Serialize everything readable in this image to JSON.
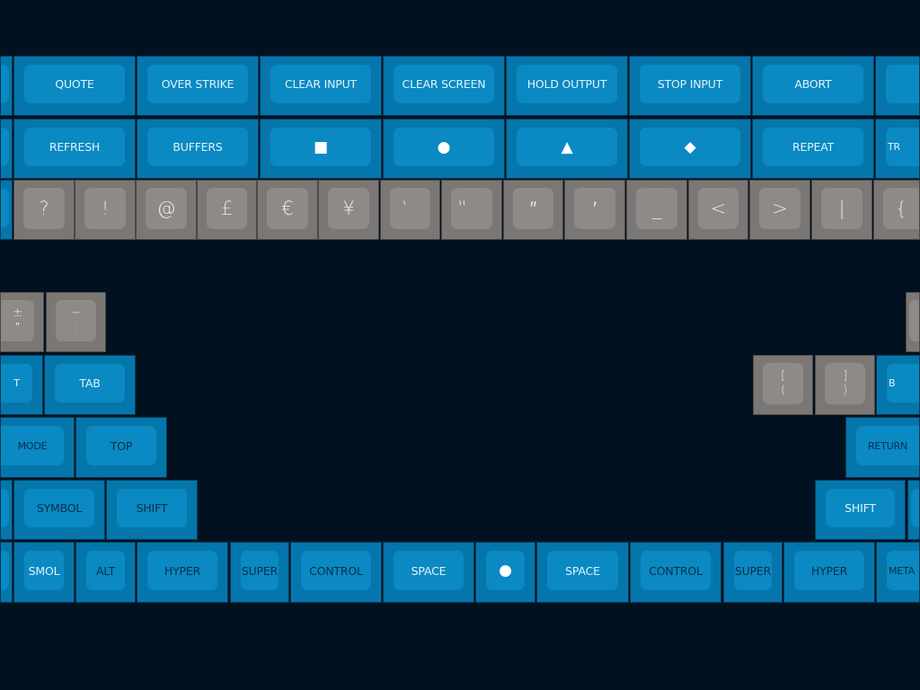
{
  "keyboard": {
    "keys": [
      {
        "label": "",
        "tone": "blue"
      },
      {
        "label": "QUOTE",
        "tone": "blue"
      },
      {
        "label": "OVER STRIKE",
        "tone": "blue"
      },
      {
        "label": "CLEAR INPUT",
        "tone": "blue"
      },
      {
        "label": "CLEAR SCREEN",
        "tone": "blue"
      },
      {
        "label": "HOLD OUTPUT",
        "tone": "blue"
      },
      {
        "label": "STOP INPUT",
        "tone": "blue"
      },
      {
        "label": "ABORT",
        "tone": "blue"
      },
      {
        "label": "",
        "tone": "blue"
      },
      {
        "label": "",
        "tone": "blue"
      },
      {
        "label": "REFRESH",
        "tone": "blue"
      },
      {
        "label": "BUFFERS",
        "tone": "blue"
      },
      {
        "label": "■",
        "tone": "blue",
        "icon": "square-icon"
      },
      {
        "label": "●",
        "tone": "blue",
        "icon": "circle-icon"
      },
      {
        "label": "▲",
        "tone": "blue",
        "icon": "triangle-icon"
      },
      {
        "label": "◆",
        "tone": "blue",
        "icon": "diamond-icon"
      },
      {
        "label": "REPEAT",
        "tone": "blue"
      },
      {
        "label": "TR",
        "tone": "blue"
      },
      {
        "label": "",
        "tone": "blue"
      },
      {
        "label": "?",
        "tone": "gray"
      },
      {
        "label": "!",
        "tone": "gray"
      },
      {
        "label": "@",
        "tone": "gray"
      },
      {
        "label": "£",
        "tone": "gray"
      },
      {
        "label": "€",
        "tone": "gray"
      },
      {
        "label": "¥",
        "tone": "gray"
      },
      {
        "label": "‛",
        "tone": "gray"
      },
      {
        "label": "‟",
        "tone": "gray"
      },
      {
        "label": "″",
        "tone": "gray"
      },
      {
        "label": "′",
        "tone": "gray"
      },
      {
        "label": "_",
        "tone": "gray"
      },
      {
        "label": "<",
        "tone": "gray"
      },
      {
        "label": ">",
        "tone": "gray"
      },
      {
        "label": "|",
        "tone": "gray"
      },
      {
        "label": "{",
        "tone": "gray"
      },
      {
        "label": "±",
        "label2": "″",
        "tone": "gray"
      },
      {
        "label": "~",
        "label2": ":",
        "tone": "gray"
      },
      {
        "label": "T",
        "tone": "blue"
      },
      {
        "label": "TAB",
        "tone": "blue"
      },
      {
        "label": "MODE",
        "tone": "blue",
        "dark": true
      },
      {
        "label": "TOP",
        "tone": "blue",
        "dark": true
      },
      {
        "label": "",
        "tone": "blue"
      },
      {
        "label": "SYMBOL",
        "tone": "blue",
        "dark": true
      },
      {
        "label": "SHIFT",
        "tone": "blue",
        "dark": true
      },
      {
        "label": "",
        "tone": "blue"
      },
      {
        "label": "SMOL",
        "tone": "blue"
      },
      {
        "label": "ALT",
        "tone": "blue",
        "dark": true
      },
      {
        "label": "HYPER",
        "tone": "blue",
        "dark": true
      },
      {
        "label": "SUPER",
        "tone": "blue",
        "dark": true
      },
      {
        "label": "CONTROL",
        "tone": "blue",
        "dark": true
      },
      {
        "label": "SPACE",
        "tone": "blue"
      },
      {
        "label": "●",
        "tone": "blue",
        "icon": "circle-icon"
      },
      {
        "label": "SPACE",
        "tone": "blue"
      },
      {
        "label": "CONTROL",
        "tone": "blue",
        "dark": true
      },
      {
        "label": "SUPER",
        "tone": "blue",
        "dark": true
      },
      {
        "label": "HYPER",
        "tone": "blue",
        "dark": true
      },
      {
        "label": "META",
        "tone": "blue",
        "dark": true
      },
      {
        "label": "",
        "tone": "gray"
      },
      {
        "label": "[",
        "label2": "(",
        "tone": "gray"
      },
      {
        "label": "]",
        "label2": ")",
        "tone": "gray"
      },
      {
        "label": "B",
        "tone": "blue"
      },
      {
        "label": "RETURN",
        "tone": "blue",
        "dark": true
      },
      {
        "label": "SHIFT",
        "tone": "blue"
      },
      {
        "label": "",
        "tone": "blue"
      }
    ]
  }
}
